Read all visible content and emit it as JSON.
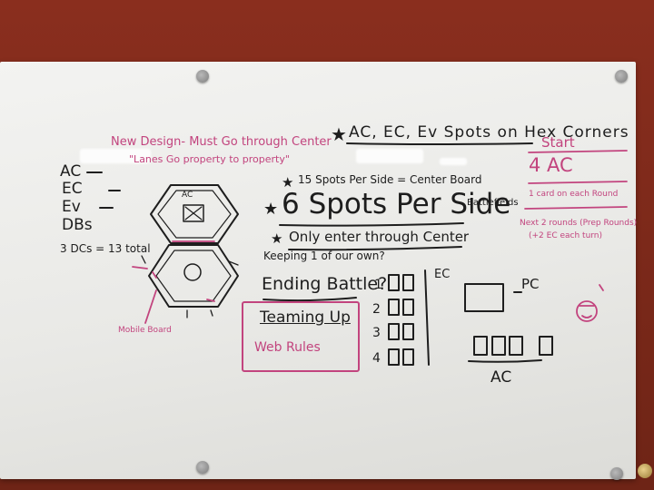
{
  "board": {
    "top_heading": "AC, EC, Ev Spots on Hex Corners",
    "new_design": "New Design- Must Go through Center",
    "lanes_note": "\"Lanes Go property to property\"",
    "left_list": [
      "AC",
      "EC",
      "Ev",
      "DBs"
    ],
    "dcs_note": "3 DCs = 13 total",
    "spots_note": "15 Spots Per Side = Center Board",
    "six_spots": "6 Spots Per Side",
    "battlefields": "Battlefields",
    "enter_center": "Only enter through Center",
    "keeping": "Keeping 1 of our own?",
    "ending_battle": "Ending Battle?",
    "teaming_up": "Teaming Up",
    "web_rules": "Web Rules",
    "rows": [
      "1",
      "2",
      "3",
      "4"
    ],
    "ec_label": "EC",
    "pc_label": "PC",
    "ac_label": "AC",
    "mobile_board": "Mobile Board",
    "hex_label": "AC",
    "right_col": {
      "start": "Start",
      "four_ac": "4 AC",
      "one_each": "1 card on each Round",
      "next_rounds": "Next 2 rounds (Prep Rounds)",
      "ec_each": "(+2 EC each turn)"
    }
  },
  "colors": {
    "wall": "#7a2a1c",
    "board": "#eeeeec",
    "black_marker": "#1d1d1d",
    "pink_marker": "#c2447e"
  }
}
